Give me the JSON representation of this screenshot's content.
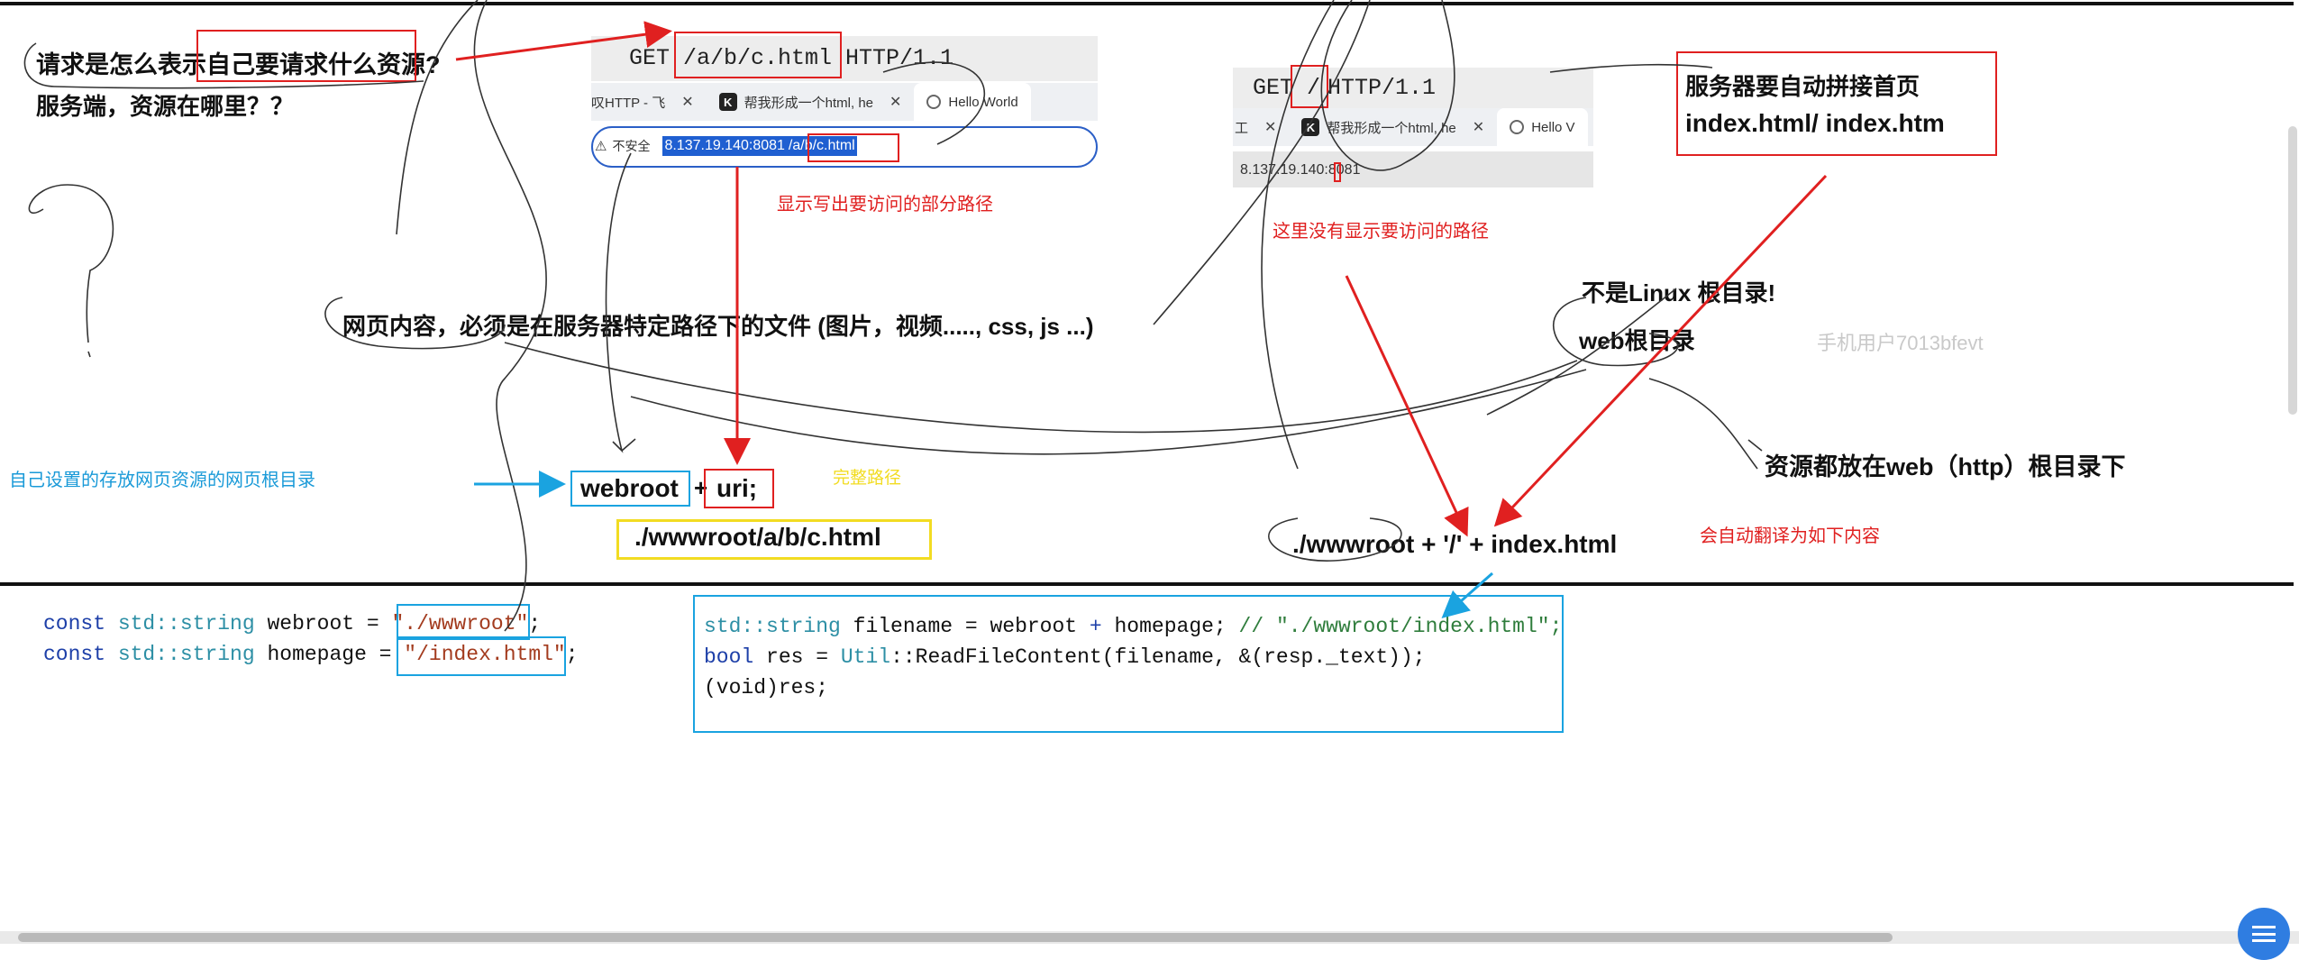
{
  "colors": {
    "red": "#e02020",
    "blue": "#1aa3e0",
    "yellow": "#f2dc22",
    "watermark": "#c9c9c9"
  },
  "left_questions": {
    "q1": "请求是怎么表示自己要请求什么资源?",
    "q2": "服务端，资源在哪里？？",
    "question_mark_drawing": "?"
  },
  "browser_left": {
    "request_line_prefix": "GET ",
    "request_path": "/a/b/c.html",
    "request_line_suffix": " HTTP/1.1",
    "tabs": [
      {
        "label": "叹HTTP - 飞",
        "close": "✕"
      },
      {
        "favicon": "K",
        "label": "帮我形成一个html, he",
        "close": "✕"
      },
      {
        "icon": "globe-icon",
        "label": "Hello World"
      }
    ],
    "warning_icon": "⚠",
    "insecure_label": "不安全",
    "url_host": "8.137.19.140:8081",
    "url_path": "/a/b/c.html",
    "annotation": "显示写出要访问的部分路径"
  },
  "browser_right": {
    "request_line_prefix": "GET ",
    "request_path": "/",
    "request_line_suffix": "HTTP/1.1",
    "tabs": [
      {
        "label": "工",
        "close": "✕"
      },
      {
        "favicon": "K",
        "label": "帮我形成一个html, he",
        "close": "✕"
      },
      {
        "icon": "globe-icon",
        "label": "Hello V"
      }
    ],
    "url": "8.137.19.140:8081",
    "annotation": "这里没有显示要访问的路径"
  },
  "server_note": {
    "line1": "服务器要自动拼接首页",
    "line2": "index.html/ index.htm"
  },
  "content_note": "网页内容，必须是在服务器特定路径下的文件 (图片，视频....., css, js ...)",
  "not_linux_root": "不是Linux 根目录!",
  "web_root": "web根目录",
  "watermark": "手机用户7013bfevt",
  "resources_note": "资源都放在web（http）根目录下",
  "webroot_note": "自己设置的存放网页资源的网页根目录",
  "webroot_label": "webroot",
  "plus": "+",
  "uri_label": "uri;",
  "full_path_note": "完整路径",
  "full_path": "./wwwroot/a/b/c.html",
  "auto_translate_note": "会自动翻译为如下内容",
  "translated": {
    "root": "./wwwroot",
    "plus1": " + ",
    "slash": "'/'",
    "plus2": " + ",
    "file": "index.html"
  },
  "code_left": {
    "line1": {
      "kw": "const",
      "ty": "std::string",
      "name": " webroot = ",
      "str": "\"./wwwroot\"",
      "end": ";"
    },
    "line2": {
      "kw": "const",
      "ty": "std::string",
      "name": " homepage = ",
      "str": "\"/index.html\"",
      "end": ";"
    }
  },
  "code_right": {
    "line1": {
      "a": "std::",
      "b": "string",
      "c": " filename = webroot ",
      "d": "+",
      "e": " homepage; ",
      "f": "// \"./wwwroot/index.html\";"
    },
    "line2": {
      "a": "bool",
      "b": " res = ",
      "c": "Util",
      "d": "::ReadFileContent(filename, &(resp._text));"
    },
    "line3": "(void)res;"
  }
}
